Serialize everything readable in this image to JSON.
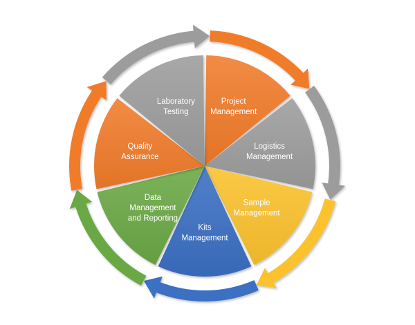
{
  "segments": [
    {
      "lines": [
        "Project",
        "Management"
      ],
      "color": "#f07b2a"
    },
    {
      "lines": [
        "Logistics",
        "Management"
      ],
      "color": "#9c9c9c"
    },
    {
      "lines": [
        "Sample",
        "Management"
      ],
      "color": "#fbc22d"
    },
    {
      "lines": [
        "Kits",
        "Management"
      ],
      "color": "#3a6fc3"
    },
    {
      "lines": [
        "Data",
        "Management",
        "and Reporting"
      ],
      "color": "#6aa845"
    },
    {
      "lines": [
        "Quality",
        "Assurance"
      ],
      "color": "#f07b2a"
    },
    {
      "lines": [
        "Laboratory",
        "Testing"
      ],
      "color": "#9c9c9c"
    }
  ]
}
